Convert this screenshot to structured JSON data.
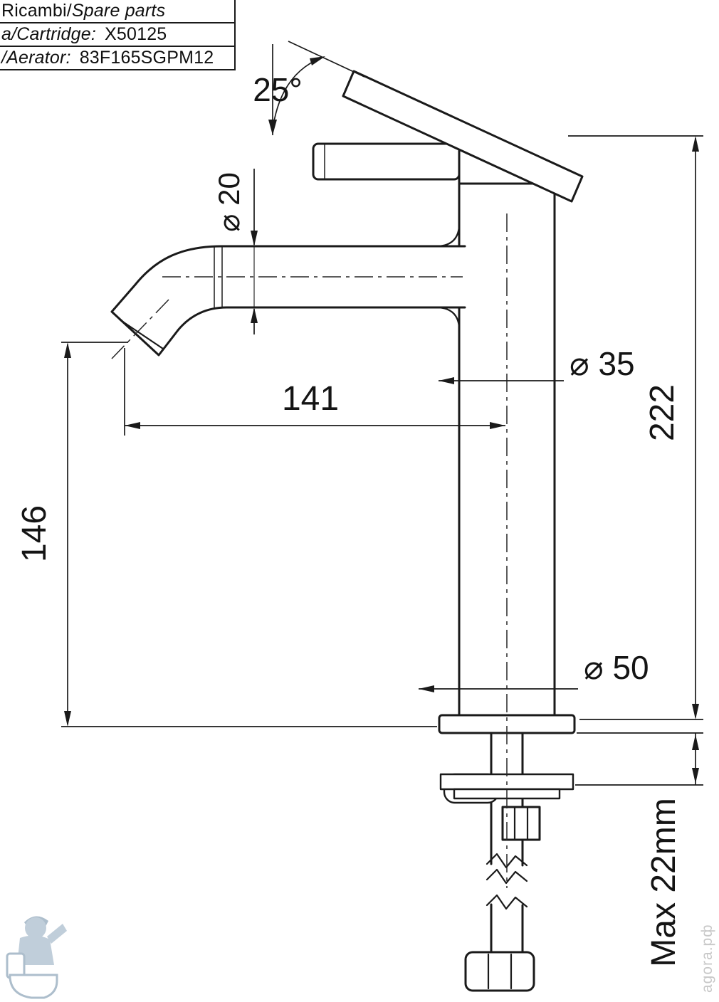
{
  "parts_table": {
    "title": {
      "regular": "Ricambi/",
      "italic": "Spare parts"
    },
    "rows": [
      {
        "label": "a/Cartridge:",
        "value": "X50125"
      },
      {
        "label": "/Aerator:",
        "value": "83F165SGPM12"
      }
    ]
  },
  "dimensions": {
    "handle_angle": "25°",
    "spout_diameter": "⌀ 20",
    "spout_reach": "141",
    "spout_height": "146",
    "body_diameter": "⌀ 35",
    "total_height": "222",
    "base_diameter": "⌀ 50",
    "max_mounting_thickness": "Max 22mm"
  },
  "watermark": {
    "text": "agora.рф"
  },
  "colors": {
    "line": "#1a1a1a",
    "watermark_blue": "#b6c6d4",
    "watermark_text": "#c8c8c8"
  }
}
